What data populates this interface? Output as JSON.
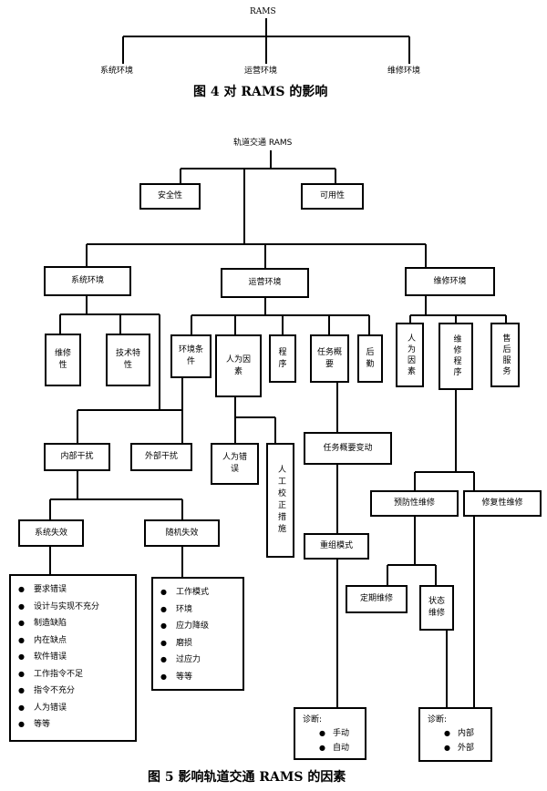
{
  "fig4": {
    "root": "RAMS",
    "children": [
      "系统环境",
      "运营环境",
      "维修环境"
    ],
    "caption": "图 4   对 RAMS 的影响"
  },
  "fig5": {
    "root": "轨道交通 RAMS",
    "safety": "安全性",
    "availability": "可用性",
    "sys_env": "系统环境",
    "ops_env": "运营环境",
    "maint_env": "维修环境",
    "maintainability": "维修性",
    "tech_char": "技术特性",
    "env_cond": "环境条件",
    "human_factor": "人为因素",
    "procedure": "程序",
    "mission_profile": "任务概要",
    "logistics": "后勤",
    "m_human_factor": "人为因素",
    "m_procedure": "维修程序",
    "after_sales": "售后服务",
    "internal": "内部干扰",
    "external": "外部干扰",
    "human_error": "人为错误",
    "manual_correction": "人工校正措施",
    "mission_change": "任务概要变动",
    "preventive": "预防性维修",
    "corrective": "修复性维修",
    "sys_fail": "系统失效",
    "rand_fail": "随机失效",
    "reorg": "重组模式",
    "periodic": "定期维修",
    "condition": "状态维修",
    "sys_fail_items": [
      "要求错误",
      "设计与实现不充分",
      "制造缺陷",
      "内在缺点",
      "软件错误",
      "工作指令不足",
      "指令不充分",
      "人为错误",
      "等等"
    ],
    "rand_fail_items": [
      "工作模式",
      "环境",
      "应力降级",
      "磨损",
      "过应力",
      "等等"
    ],
    "diag1_title": "诊断:",
    "diag1_items": [
      "手动",
      "自动"
    ],
    "diag2_title": "诊断:",
    "diag2_items": [
      "内部",
      "外部"
    ],
    "caption": "图 5   影响轨道交通 RAMS 的因素"
  }
}
